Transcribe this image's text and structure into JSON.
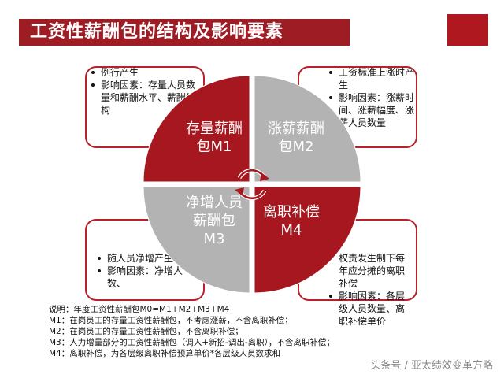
{
  "title": "工资性薪酬包的结构及影响要素",
  "colors": {
    "title_bg": "#9e1c24",
    "quadrant_red": "#a7171f",
    "quadrant_gray": "#b3b3b3",
    "box_border": "#b8202a"
  },
  "quadrants": {
    "m1": "存量薪酬包M1",
    "m2": "涨薪薪酬包M2",
    "m3": "净增人员薪酬包M3",
    "m4": "离职补偿M4"
  },
  "boxes": {
    "top_left": [
      "例行产生",
      "影响因素：存量人员数量和薪酬水平、薪酬结构"
    ],
    "top_right": [
      "工资标准上涨时产生",
      "影响因素：涨薪时间、涨薪幅度、涨薪人员数量"
    ],
    "bottom_left": [
      "随人员净增产生",
      "影响因素：净增人数、"
    ],
    "bottom_right": [
      "权责发生制下每年应分摊的离职补偿",
      "影响因素：各层级人员数量、离职补偿单价"
    ]
  },
  "explanation": [
    "说明：年度工资性薪酬包M0=M1+M2+M3+M4",
    "M1：在岗员工的存量工资性薪酬包，不考虑涨薪，不含离职补偿；",
    "M2：在岗员工的存量工资性薪酬包，不含离职补偿；",
    "M3：人力增量部分的工资性薪酬包（调入+新招-调出-离职），不含离职补偿；",
    "M4：离职补偿，为各层级离职补偿预算单价*各层级人员数求和"
  ],
  "watermark": "头条号 / 亚太绩效变革方略"
}
